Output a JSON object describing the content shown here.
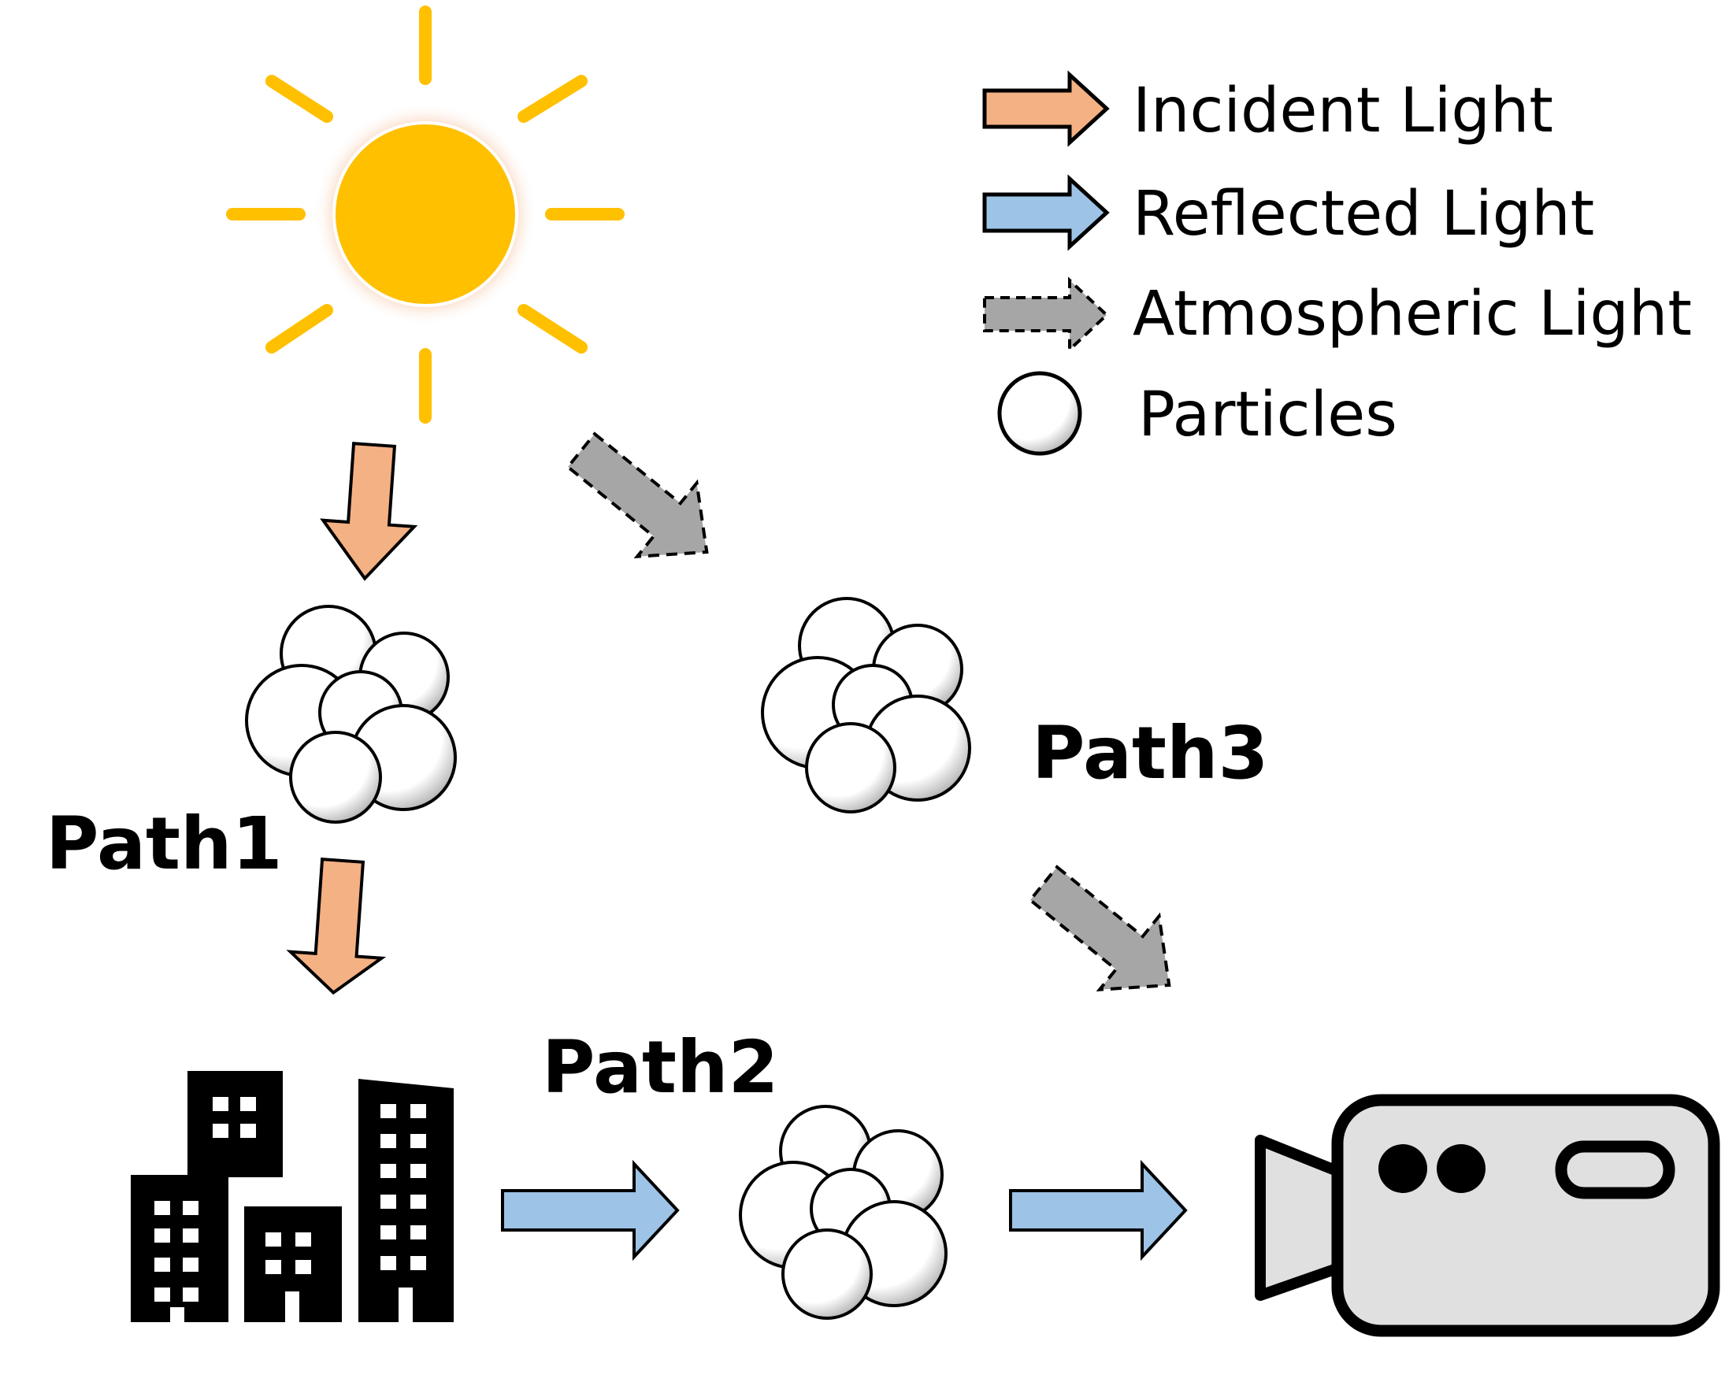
{
  "legend": {
    "incident_label": "Incident Light",
    "reflected_label": "Reflected Light",
    "atmospheric_label": "Atmospheric Light",
    "particles_label": "Particles"
  },
  "labels": {
    "path1": "Path1",
    "path2": "Path2",
    "path3": "Path3"
  },
  "colors": {
    "incident_arrow": "#F4B183",
    "reflected_arrow": "#9DC3E6",
    "atmospheric_arrow": "#A6A6A6",
    "sun": "#FFC000",
    "sun_glow": "#F8CBAD",
    "camera_body": "#E0E0E0",
    "outline": "#000000"
  },
  "icons": {
    "sun": "sun-icon",
    "buildings": "city-buildings-icon",
    "camera": "video-camera-icon",
    "particles": "particle-cluster-icon"
  }
}
